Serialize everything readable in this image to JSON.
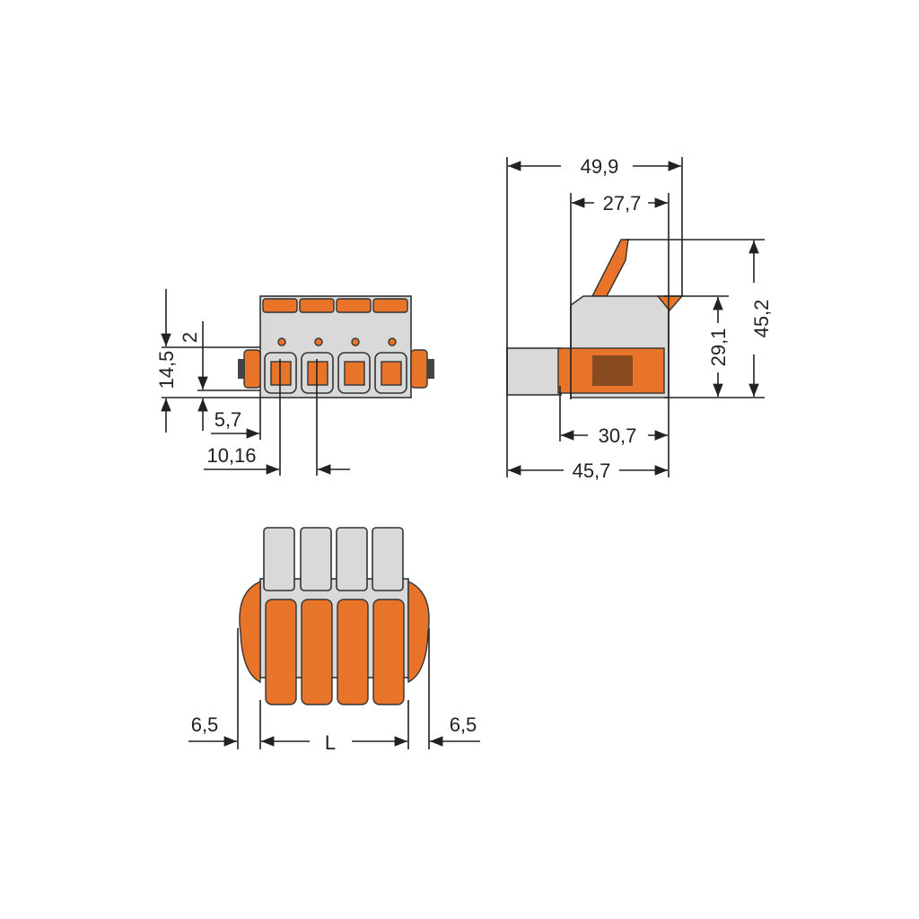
{
  "drawing": {
    "colors": {
      "housing": "#d9d9d9",
      "actuator": "#e8742a",
      "lines": "#222222"
    },
    "front_view": {
      "dimensions": {
        "height_total": "14,5",
        "offset_top": "2",
        "offset_bottom": "5,7",
        "pitch": "10,16"
      }
    },
    "side_view": {
      "dimensions": {
        "overall_length": "49,9",
        "lever_width": "27,7",
        "overall_height": "45,2",
        "body_height": "29,1",
        "housing_depth": "30,7",
        "length": "45,7"
      }
    },
    "bottom_view": {
      "dimensions": {
        "left_flange": "6,5",
        "length": "L",
        "right_flange": "6,5"
      }
    }
  }
}
